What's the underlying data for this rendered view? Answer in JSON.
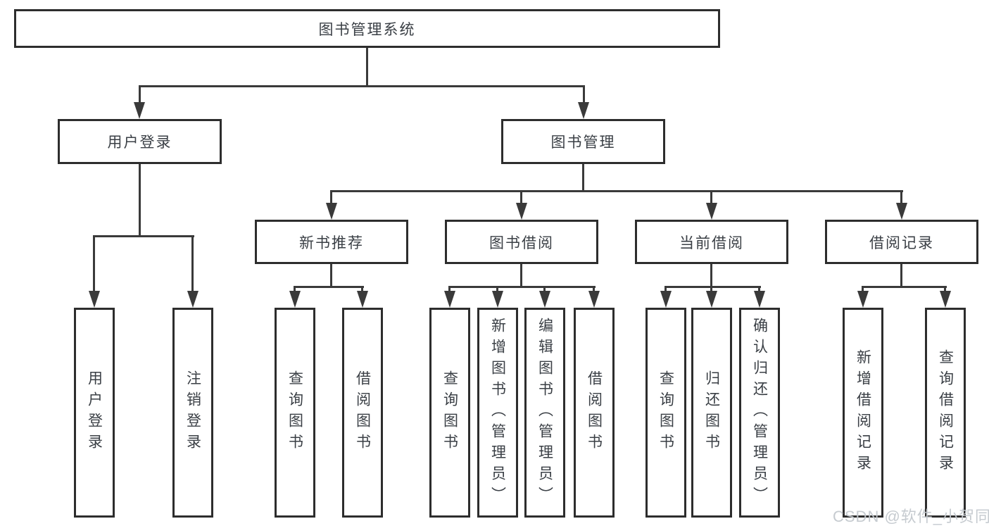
{
  "root": {
    "label": "图书管理系统"
  },
  "level2": [
    {
      "label": "用户登录"
    },
    {
      "label": "图书管理"
    }
  ],
  "level3": [
    {
      "label": "新书推荐"
    },
    {
      "label": "图书借阅"
    },
    {
      "label": "当前借阅"
    },
    {
      "label": "借阅记录"
    }
  ],
  "leaves": {
    "login": [
      {
        "label": "用户登录"
      },
      {
        "label": "注销登录"
      }
    ],
    "recommend": [
      {
        "label": "查询图书"
      },
      {
        "label": "借阅图书"
      }
    ],
    "borrow": [
      {
        "label": "查询图书"
      },
      {
        "label": "新增图书（管理员）"
      },
      {
        "label": "编辑图书（管理员）"
      },
      {
        "label": "借阅图书"
      }
    ],
    "current": [
      {
        "label": "查询图书"
      },
      {
        "label": "归还图书"
      },
      {
        "label": "确认归还（管理员）"
      }
    ],
    "records": [
      {
        "label": "新增借阅记录"
      },
      {
        "label": "查询借阅记录"
      }
    ]
  },
  "watermark": {
    "text": "CSDN @软件_小贺同学"
  },
  "colors": {
    "line": "#3a3a3a",
    "box_border": "#2d2d2d",
    "text": "#3a3f45",
    "watermark": "#c3c8ce",
    "background": "#ffffff"
  }
}
